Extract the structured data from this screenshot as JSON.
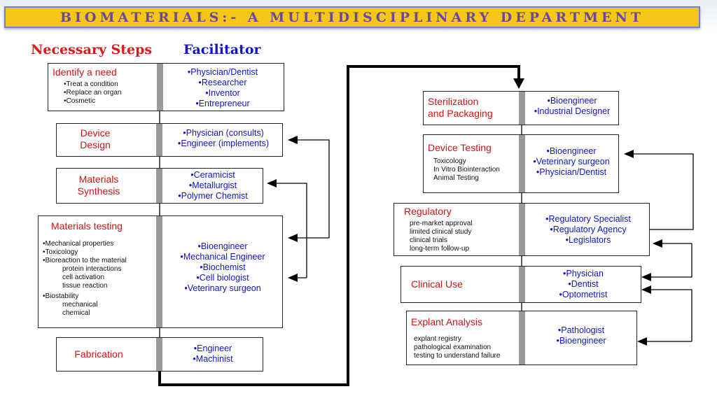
{
  "title": "BIOMATERIALS:- A MULTIDISCIPLINARY DEPARTMENT",
  "headers": {
    "steps": "Necessary Steps",
    "facilitator": "Facilitator"
  },
  "left_boxes": [
    {
      "step": [
        "Identify a need"
      ],
      "details": [
        "Treat a condition",
        "Replace an organ",
        "Cosmetic"
      ],
      "facilitators": [
        "Physician/Dentist",
        "Researcher",
        "Inventor",
        "Entrepreneur"
      ]
    },
    {
      "step": [
        "Device",
        "Design"
      ],
      "details": [],
      "facilitators": [
        "Physician (consults)",
        "Engineer (implements)"
      ]
    },
    {
      "step": [
        "Materials",
        "Synthesis"
      ],
      "details": [],
      "facilitators": [
        "Ceramicist",
        "Metallurgist",
        "Polymer Chemist"
      ]
    },
    {
      "step": [
        "Materials testing"
      ],
      "details": [
        "Mechanical properties",
        "Toxicology",
        "Bioreaction to the material",
        "protein interactions",
        "cell activation",
        "tissue reaction",
        "Biostability",
        "mechanical",
        "chemical"
      ],
      "facilitators": [
        "Bioengineer",
        "Mechanical Engineer",
        "Biochemist",
        "Cell biologist",
        "Veterinary surgeon"
      ]
    },
    {
      "step": [
        "Fabrication"
      ],
      "details": [],
      "facilitators": [
        "Engineer",
        "Machinist"
      ]
    }
  ],
  "right_boxes": [
    {
      "step": [
        "Sterilization",
        "and Packaging"
      ],
      "details": [],
      "facilitators": [
        "Bioengineer",
        "Industrial Designer"
      ]
    },
    {
      "step": [
        "Device Testing"
      ],
      "details": [
        "Toxicology",
        "In Vitro Biointeraction",
        "Animal Testing"
      ],
      "facilitators": [
        "Bioengineer",
        "Veterinary surgeon",
        "Physician/Dentist"
      ]
    },
    {
      "step": [
        "Regulatory"
      ],
      "details": [
        "pre-market approval",
        "limited clinical study",
        "clinical trials",
        "long-term follow-up"
      ],
      "facilitators": [
        "Regulatory Specialist",
        "Regulatory Agency",
        "Legislators"
      ]
    },
    {
      "step": [
        "Clinical Use"
      ],
      "details": [],
      "facilitators": [
        "Physician",
        "Dentist",
        "Optometrist"
      ]
    },
    {
      "step": [
        "Explant Analysis"
      ],
      "details": [
        "explant registry",
        "pathological examination",
        "testing to understand failure"
      ],
      "facilitators": [
        "Pathologist",
        "Bioengineer"
      ]
    }
  ]
}
